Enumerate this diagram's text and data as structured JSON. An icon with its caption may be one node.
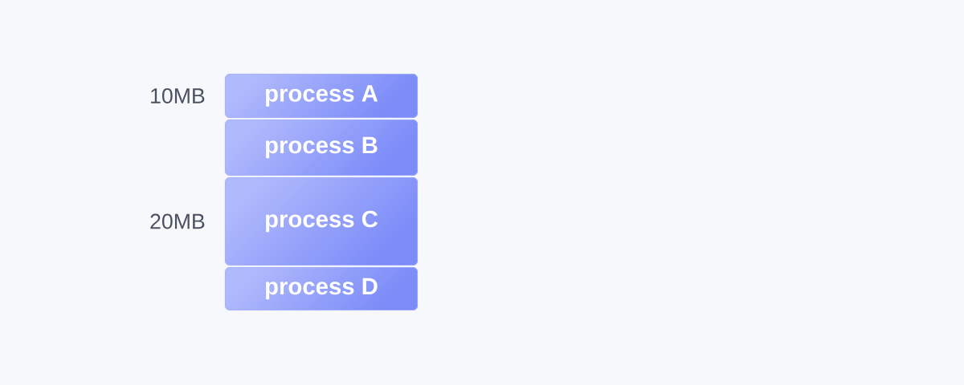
{
  "diagram": {
    "nodes": [
      {
        "text": [
          "process A"
        ],
        "beside": [
          "10MB"
        ]
      },
      {
        "text": [
          "process B"
        ]
      },
      {
        "text": [
          "process C"
        ],
        "beside": [
          "20MB"
        ]
      },
      {
        "text": [
          "process D"
        ]
      }
    ]
  }
}
